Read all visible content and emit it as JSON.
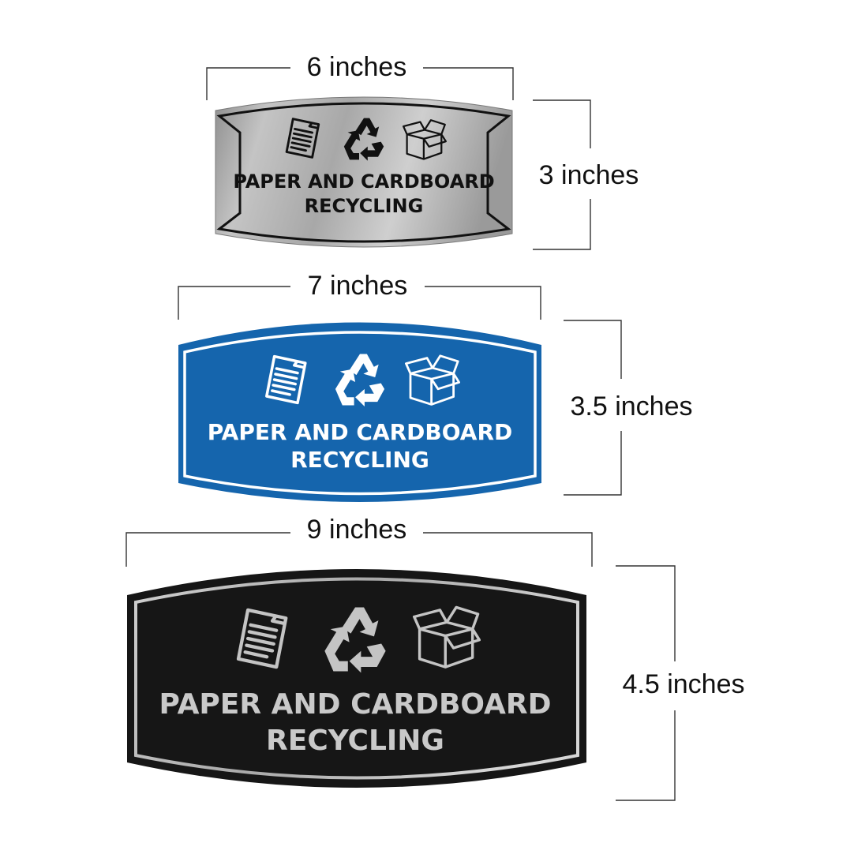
{
  "colors": {
    "silver_face": "#b9b9b9",
    "silver_ink": "#111111",
    "blue_face": "#1565ad",
    "blue_ink": "#ffffff",
    "black_face": "#161616",
    "black_ink": "#c9c9c9",
    "dimension_line": "#333333"
  },
  "signs": [
    {
      "name": "silver",
      "width_label": "6 inches",
      "height_label": "3 inches",
      "line1": "PAPER AND CARDBOARD",
      "line2": "RECYCLING",
      "icons": [
        "paper-document-icon",
        "recycle-icon",
        "cardboard-box-icon"
      ]
    },
    {
      "name": "blue",
      "width_label": "7 inches",
      "height_label": "3.5 inches",
      "line1": "PAPER AND CARDBOARD",
      "line2": "RECYCLING",
      "icons": [
        "paper-document-icon",
        "recycle-icon",
        "cardboard-box-icon"
      ]
    },
    {
      "name": "black",
      "width_label": "9 inches",
      "height_label": "4.5 inches",
      "line1": "PAPER AND CARDBOARD",
      "line2": "RECYCLING",
      "icons": [
        "paper-document-icon",
        "recycle-icon",
        "cardboard-box-icon"
      ]
    }
  ]
}
